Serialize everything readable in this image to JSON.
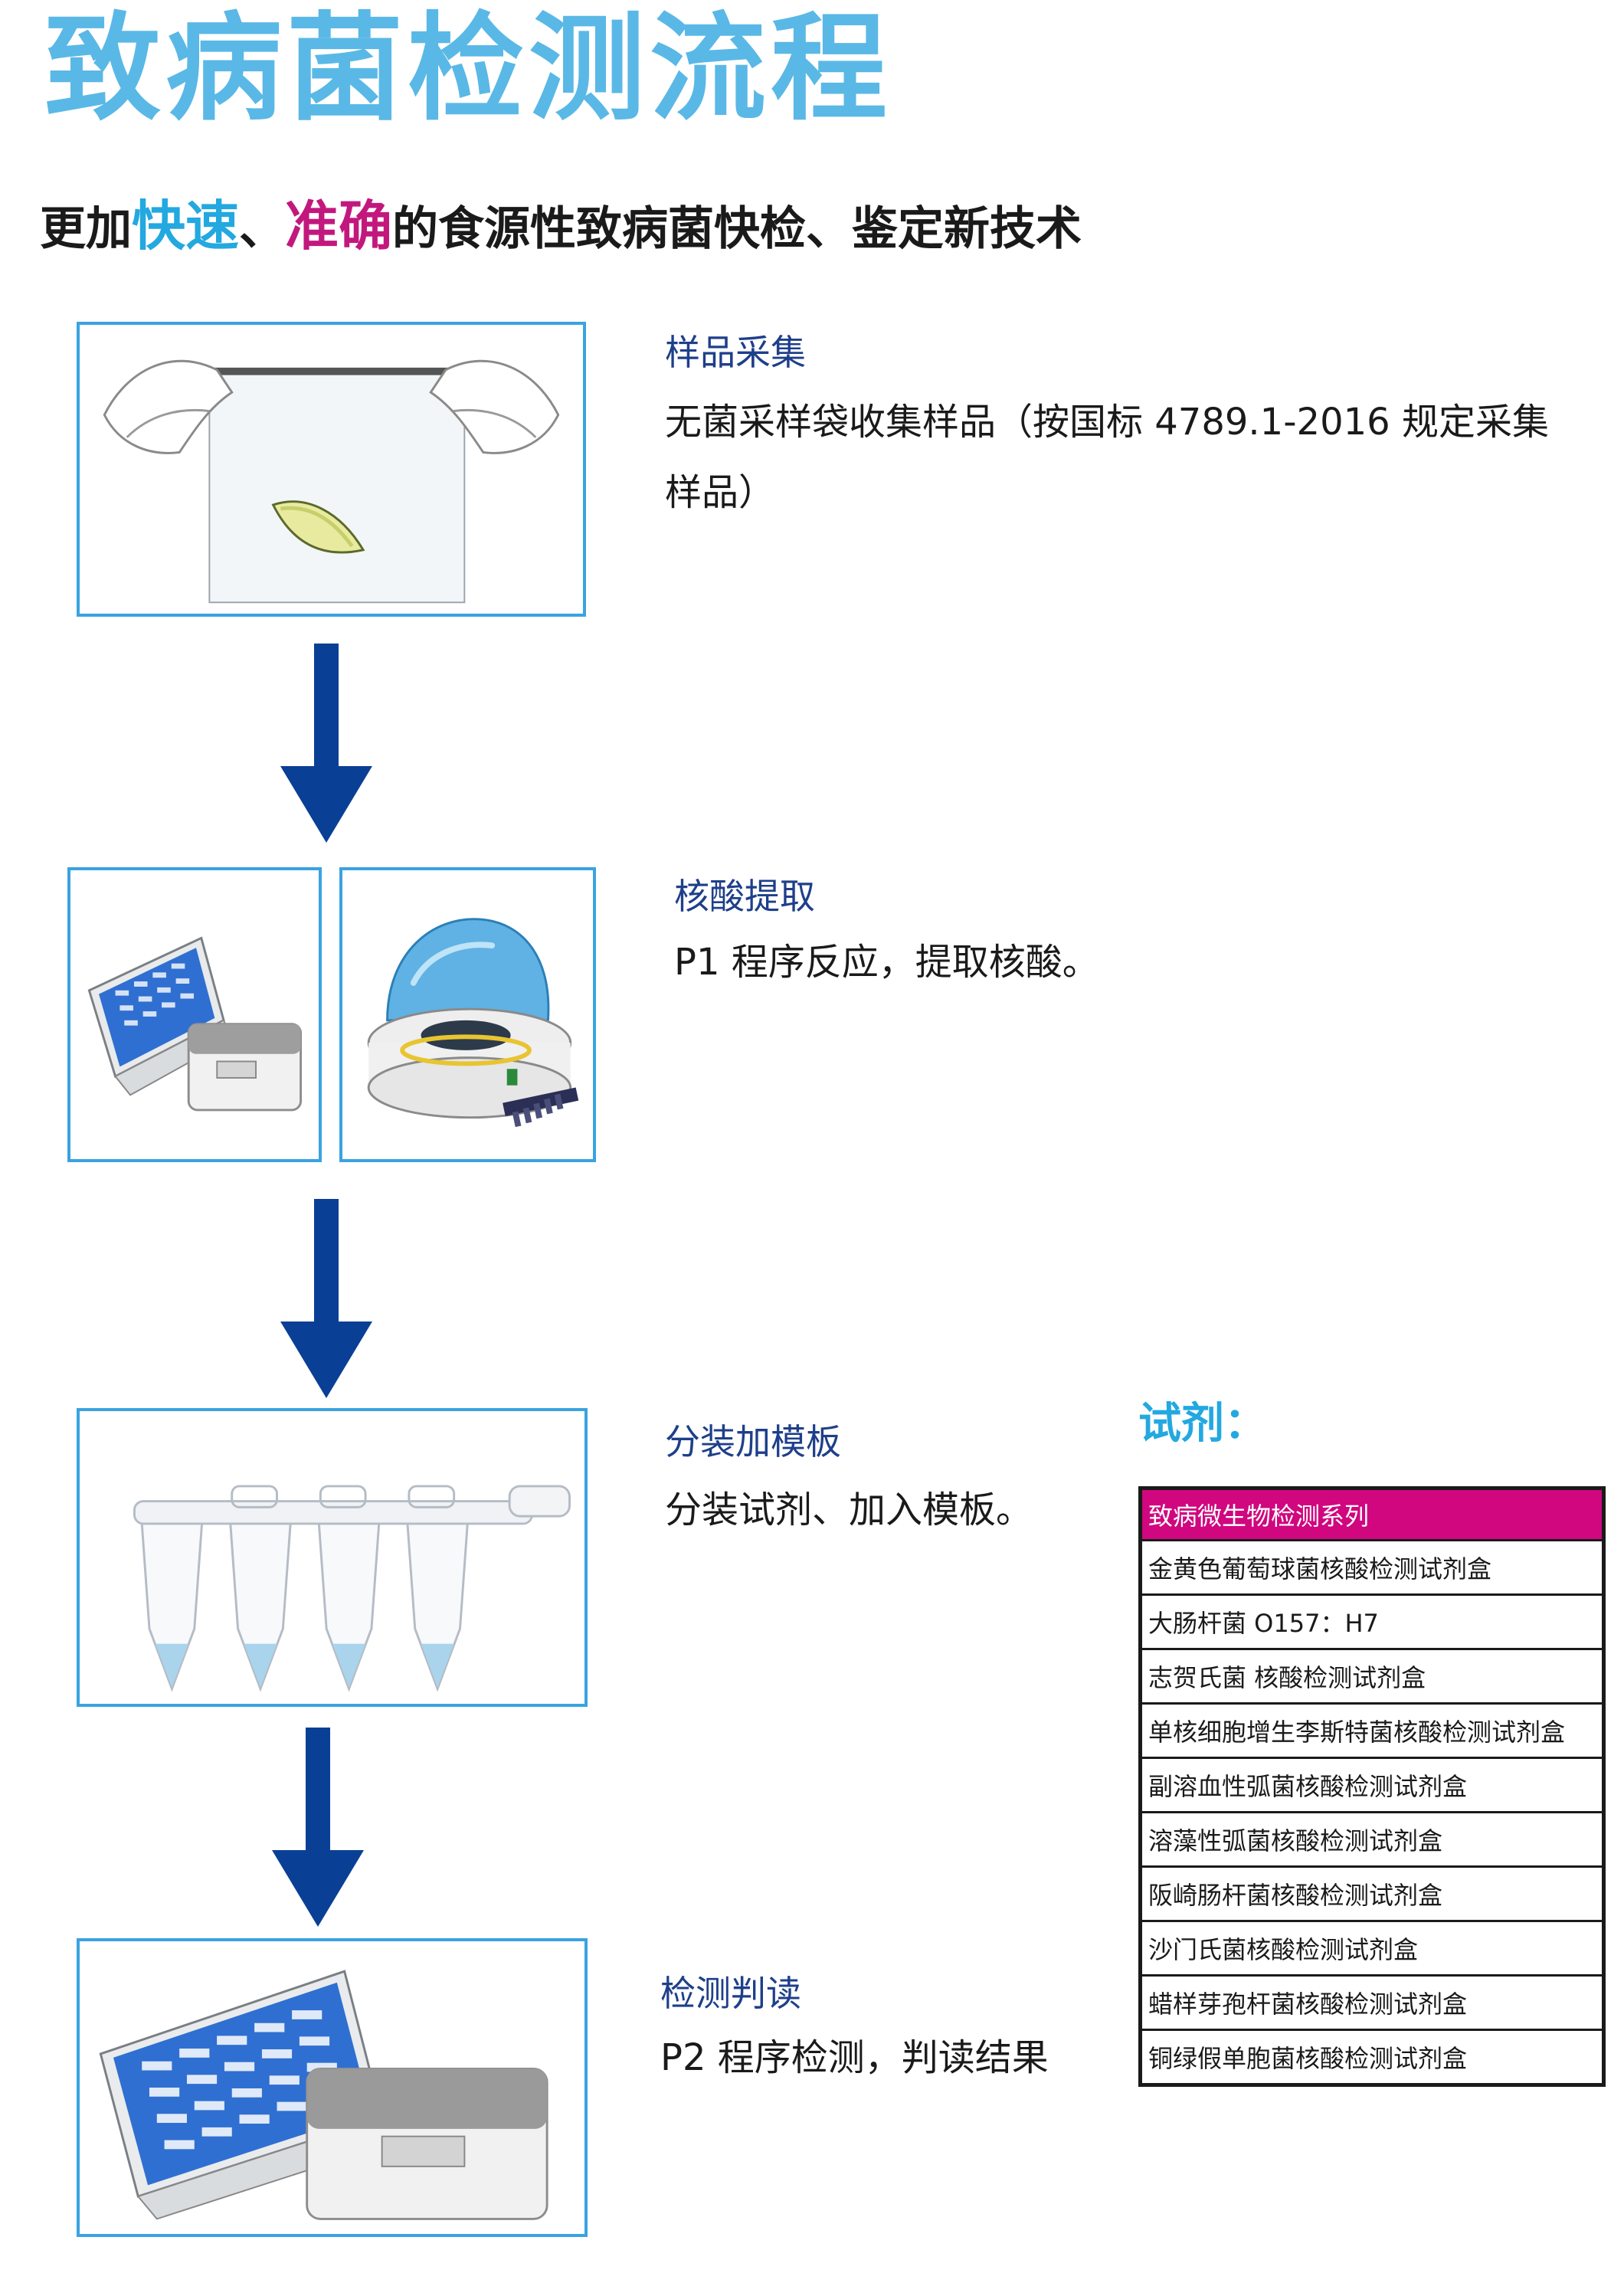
{
  "title": "致病菌检测流程",
  "subtitle": {
    "prefix": "更加",
    "fast": "快速",
    "sep": "、",
    "accurate": "准确",
    "suffix": "的食源性致病菌快检、鉴定新技术"
  },
  "steps": [
    {
      "title": "样品采集",
      "desc": "无菌采样袋收集样品（按国标 4789.1-2016 规定采集样品）"
    },
    {
      "title": "核酸提取",
      "desc": "P1 程序反应，提取核酸。"
    },
    {
      "title": "分装加模板",
      "desc": "分装试剂、加入模板。"
    },
    {
      "title": "检测判读",
      "desc": "P2 程序检测，判读结果"
    }
  ],
  "reagents": {
    "title": "试剂：",
    "header": "致病微生物检测系列",
    "items": [
      "金黄色葡萄球菌核酸检测试剂盒",
      "大肠杆菌 O157：H7",
      "志贺氏菌 核酸检测试剂盒",
      "单核细胞增生李斯特菌核酸检测试剂盒",
      "副溶血性弧菌核酸检测试剂盒",
      "溶藻性弧菌核酸检测试剂盒",
      "阪崎肠杆菌核酸检测试剂盒",
      "沙门氏菌核酸检测试剂盒",
      "蜡样芽孢杆菌核酸检测试剂盒",
      "铜绿假单胞菌核酸检测试剂盒"
    ]
  },
  "colors": {
    "title": "#5ab8e6",
    "fast": "#23a8e0",
    "accurate": "#c2187e",
    "step_title": "#1e3f8a",
    "arrow": "#0a3f96",
    "box_border": "#3aa3e0",
    "table_header": "#d0077f"
  }
}
